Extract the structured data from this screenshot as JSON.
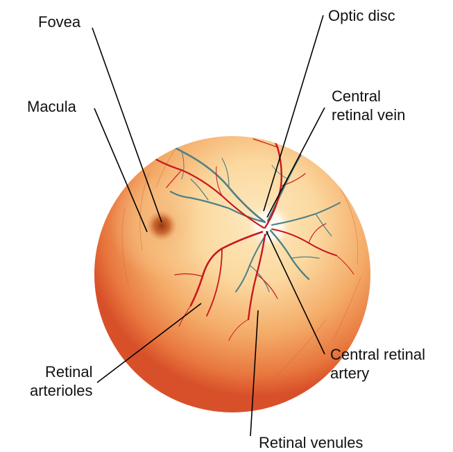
{
  "diagram": {
    "labels": {
      "fovea": "Fovea",
      "macula": "Macula",
      "optic_disc": "Optic disc",
      "central_retinal_vein": [
        "Central",
        "retinal vein"
      ],
      "central_retinal_artery": [
        "Central retinal",
        "artery"
      ],
      "retinal_arterioles": [
        "Retinal",
        "arterioles"
      ],
      "retinal_venules": "Retinal venules"
    },
    "colors": {
      "fundus_outer": "#d8502a",
      "fundus_mid": "#f19a5a",
      "fundus_center": "#fbd9a0",
      "optic_disc": "#ffffff",
      "fovea": "#a8401a",
      "artery": "#c8161e",
      "vein": "#4f7f86",
      "leader_line": "#000000"
    }
  }
}
